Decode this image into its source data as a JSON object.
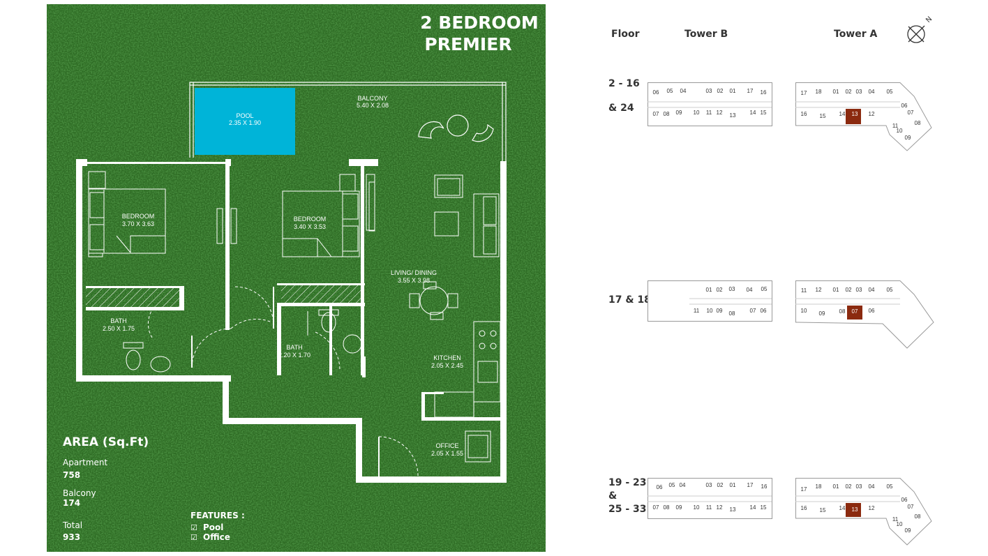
{
  "title": {
    "line1": "2 BEDROOM",
    "line2": "PREMIER"
  },
  "rooms": {
    "pool": {
      "name": "POOL",
      "size": "2.35 X 1.90"
    },
    "balcony": {
      "name": "BALCONY",
      "size": "5.40 X 2.08"
    },
    "bedroom1": {
      "name": "BEDROOM",
      "size": "3.70 X 3.63"
    },
    "bedroom2": {
      "name": "BEDROOM",
      "size": "3.40 X 3.53"
    },
    "living": {
      "name": "LIVING/ DINING",
      "size": "3.55 X 3.98"
    },
    "bath1": {
      "name": "BATH",
      "size": "2.50 X 1.75"
    },
    "bath2": {
      "name": "BATH",
      "size": "2.20 X 1.70"
    },
    "kitchen": {
      "name": "KITCHEN",
      "size": "2.05 X 2.45"
    },
    "office": {
      "name": "OFFICE",
      "size": "2.05 X 1.55"
    }
  },
  "area": {
    "heading": "AREA (Sq.Ft)",
    "apartment_label": "Apartment",
    "apartment_value": "758",
    "balcony_label": "Balcony",
    "balcony_value": "174",
    "total_label": "Total",
    "total_value": "933"
  },
  "features": {
    "heading": "FEATURES :",
    "items": [
      "Pool",
      "Office"
    ],
    "checkbox_glyph": "☑"
  },
  "keyplan_headers": {
    "floor": "Floor",
    "tower_b": "Tower B",
    "tower_a": "Tower A"
  },
  "floor_groups": [
    {
      "floors_line1": "2 - 16",
      "floors_line2": "& 24",
      "highlighted_unit": "13"
    },
    {
      "floors_line1": "17 & 18",
      "highlighted_unit": "07"
    },
    {
      "floors_line1": "19 - 23",
      "floors_line2": "&",
      "floors_line3": "25 - 33",
      "highlighted_unit": "13"
    }
  ],
  "tower_b_typical": {
    "top": [
      "06",
      "05",
      "04",
      "03",
      "02",
      "01",
      "17",
      "16"
    ],
    "bottom": [
      "07",
      "08",
      "09",
      "10",
      "11",
      "12",
      "13",
      "14",
      "15"
    ]
  },
  "tower_b_1718": {
    "top": [
      "01",
      "02",
      "03",
      "04",
      "05"
    ],
    "bottom": [
      "11",
      "10",
      "09",
      "08",
      "07",
      "06"
    ]
  },
  "tower_a_typical": {
    "top": [
      "17",
      "18",
      "01",
      "02",
      "03",
      "04",
      "05"
    ],
    "bottom": [
      "16",
      "15",
      "14",
      "13",
      "12"
    ],
    "wing": [
      "06",
      "07",
      "08",
      "11",
      "10",
      "09"
    ]
  },
  "tower_a_1718": {
    "top": [
      "11",
      "12",
      "01",
      "02",
      "03",
      "04",
      "05"
    ],
    "bottom": [
      "10",
      "09",
      "08",
      "07",
      "06"
    ]
  },
  "colors": {
    "grass": "#2f6a25",
    "pool": "#00b4d8",
    "highlight": "#8b2a0f",
    "text_dark": "#333333"
  },
  "icons": {
    "compass": "north-arrow-icon",
    "checkbox": "checkbox-checked-icon"
  }
}
